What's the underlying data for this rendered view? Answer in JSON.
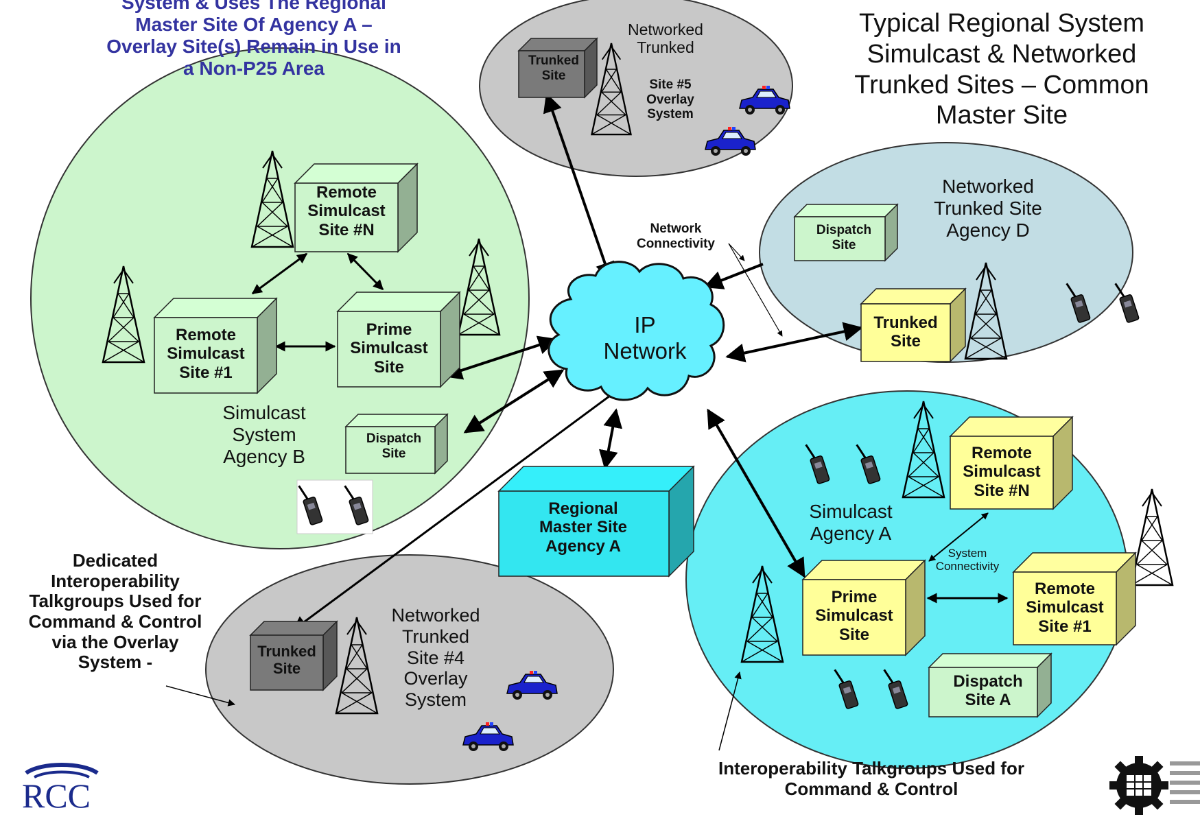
{
  "colors": {
    "agency_b_zone": "#ccf5cc",
    "agency_a_zone": "#66eef5",
    "agency_d_zone": "#c2dde4",
    "overlay_zone": "#c8c8c8",
    "green_box": "#ccf5cc",
    "yellow_box": "#ffff99",
    "cyan_box": "#33e6f0",
    "gray_box": "#7a7a7a",
    "cloud": "#66f0ff",
    "heading_blue": "#3333a0"
  },
  "headings": {
    "left": "System & Uses The Regional\nMaster Site Of Agency A –\nOverlay Site(s) Remain in Use in\na Non-P25 Area",
    "right": "Typical Regional System\nSimulcast & Networked\nTrunked Sites – Common\nMaster Site"
  },
  "agency_b": {
    "remote_site_n": "Remote\nSimulcast\nSite #N",
    "remote_site_1": "Remote\nSimulcast\nSite #1",
    "prime_site": "Prime\nSimulcast\nSite",
    "dispatch_site": "Dispatch\nSite",
    "zone_label": "Simulcast\nSystem\nAgency B"
  },
  "site5": {
    "trunked_site": "Trunked\nSite",
    "label_top": "Networked\nTrunked",
    "label_bottom": "Site #5\nOverlay\nSystem"
  },
  "agency_d": {
    "dispatch_site": "Dispatch\nSite",
    "trunked_site": "Trunked\nSite",
    "zone_label": "Networked\nTrunked Site\nAgency D"
  },
  "network": {
    "cloud_label": "IP\nNetwork",
    "connectivity_label": "Network\nConnectivity"
  },
  "regional_master": {
    "label": "Regional\nMaster Site\nAgency A"
  },
  "agency_a": {
    "remote_site_n": "Remote\nSimulcast\nSite #N",
    "prime_site": "Prime\nSimulcast\nSite",
    "remote_site_1": "Remote\nSimulcast\nSite #1",
    "dispatch_site": "Dispatch\nSite A",
    "zone_label": "Simulcast\nAgency A",
    "system_connectivity": "System\nConnectivity"
  },
  "site4": {
    "trunked_site": "Trunked\nSite",
    "label": "Networked\nTrunked\nSite #4\nOverlay\nSystem"
  },
  "notes": {
    "dedicated": "Dedicated\nInteroperability\nTalkgroups Used for\nCommand & Control\nvia the Overlay\nSystem -",
    "interop": "Interoperability Talkgroups Used for\nCommand & Control"
  },
  "logos": {
    "left": "RCC"
  }
}
